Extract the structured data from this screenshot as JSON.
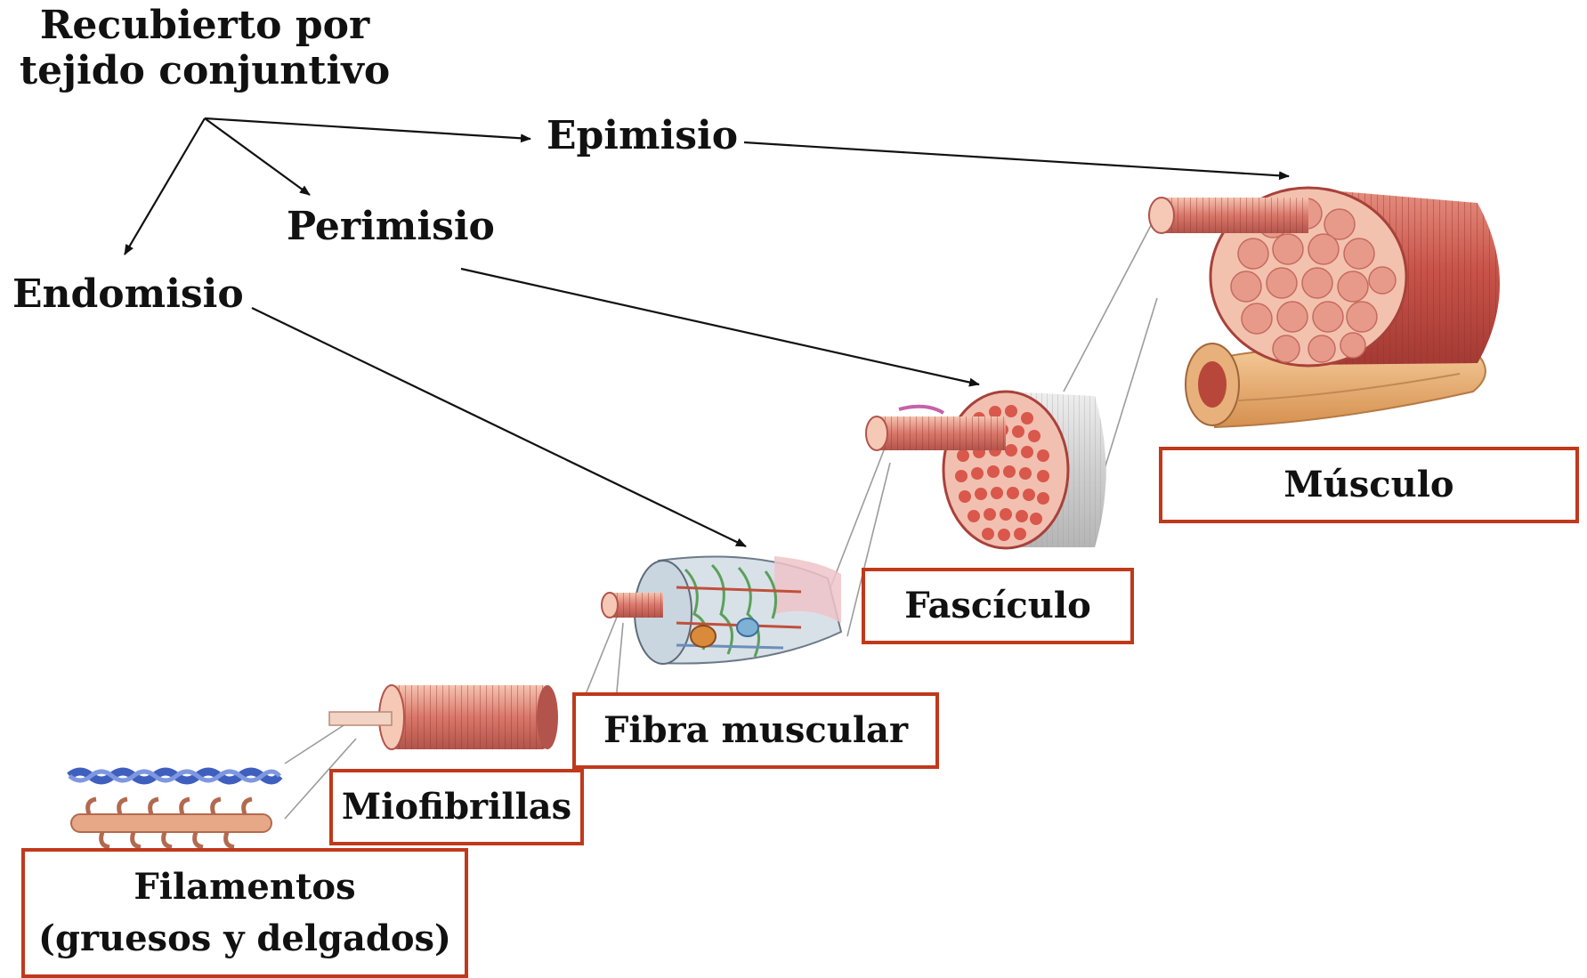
{
  "colors": {
    "box_border": "#c0391b",
    "text": "#111111",
    "arrow": "#111111",
    "muscle_red": "#c9544a",
    "muscle_pink": "#f0b7a2",
    "tendon": "#e3a96f"
  },
  "title": {
    "line1": "Recubierto por",
    "line2": "tejido conjuntivo"
  },
  "connective_labels": {
    "epimisio": "Epimisio",
    "perimisio": "Perimisio",
    "endomisio": "Endomisio"
  },
  "structure_labels": {
    "musculo": "Músculo",
    "fasciculo": "Fascículo",
    "fibra_muscular": "Fibra muscular",
    "miofibrillas": "Miofibrillas",
    "filamentos_line1": "Filamentos",
    "filamentos_line2": "(gruesos y delgados)"
  }
}
